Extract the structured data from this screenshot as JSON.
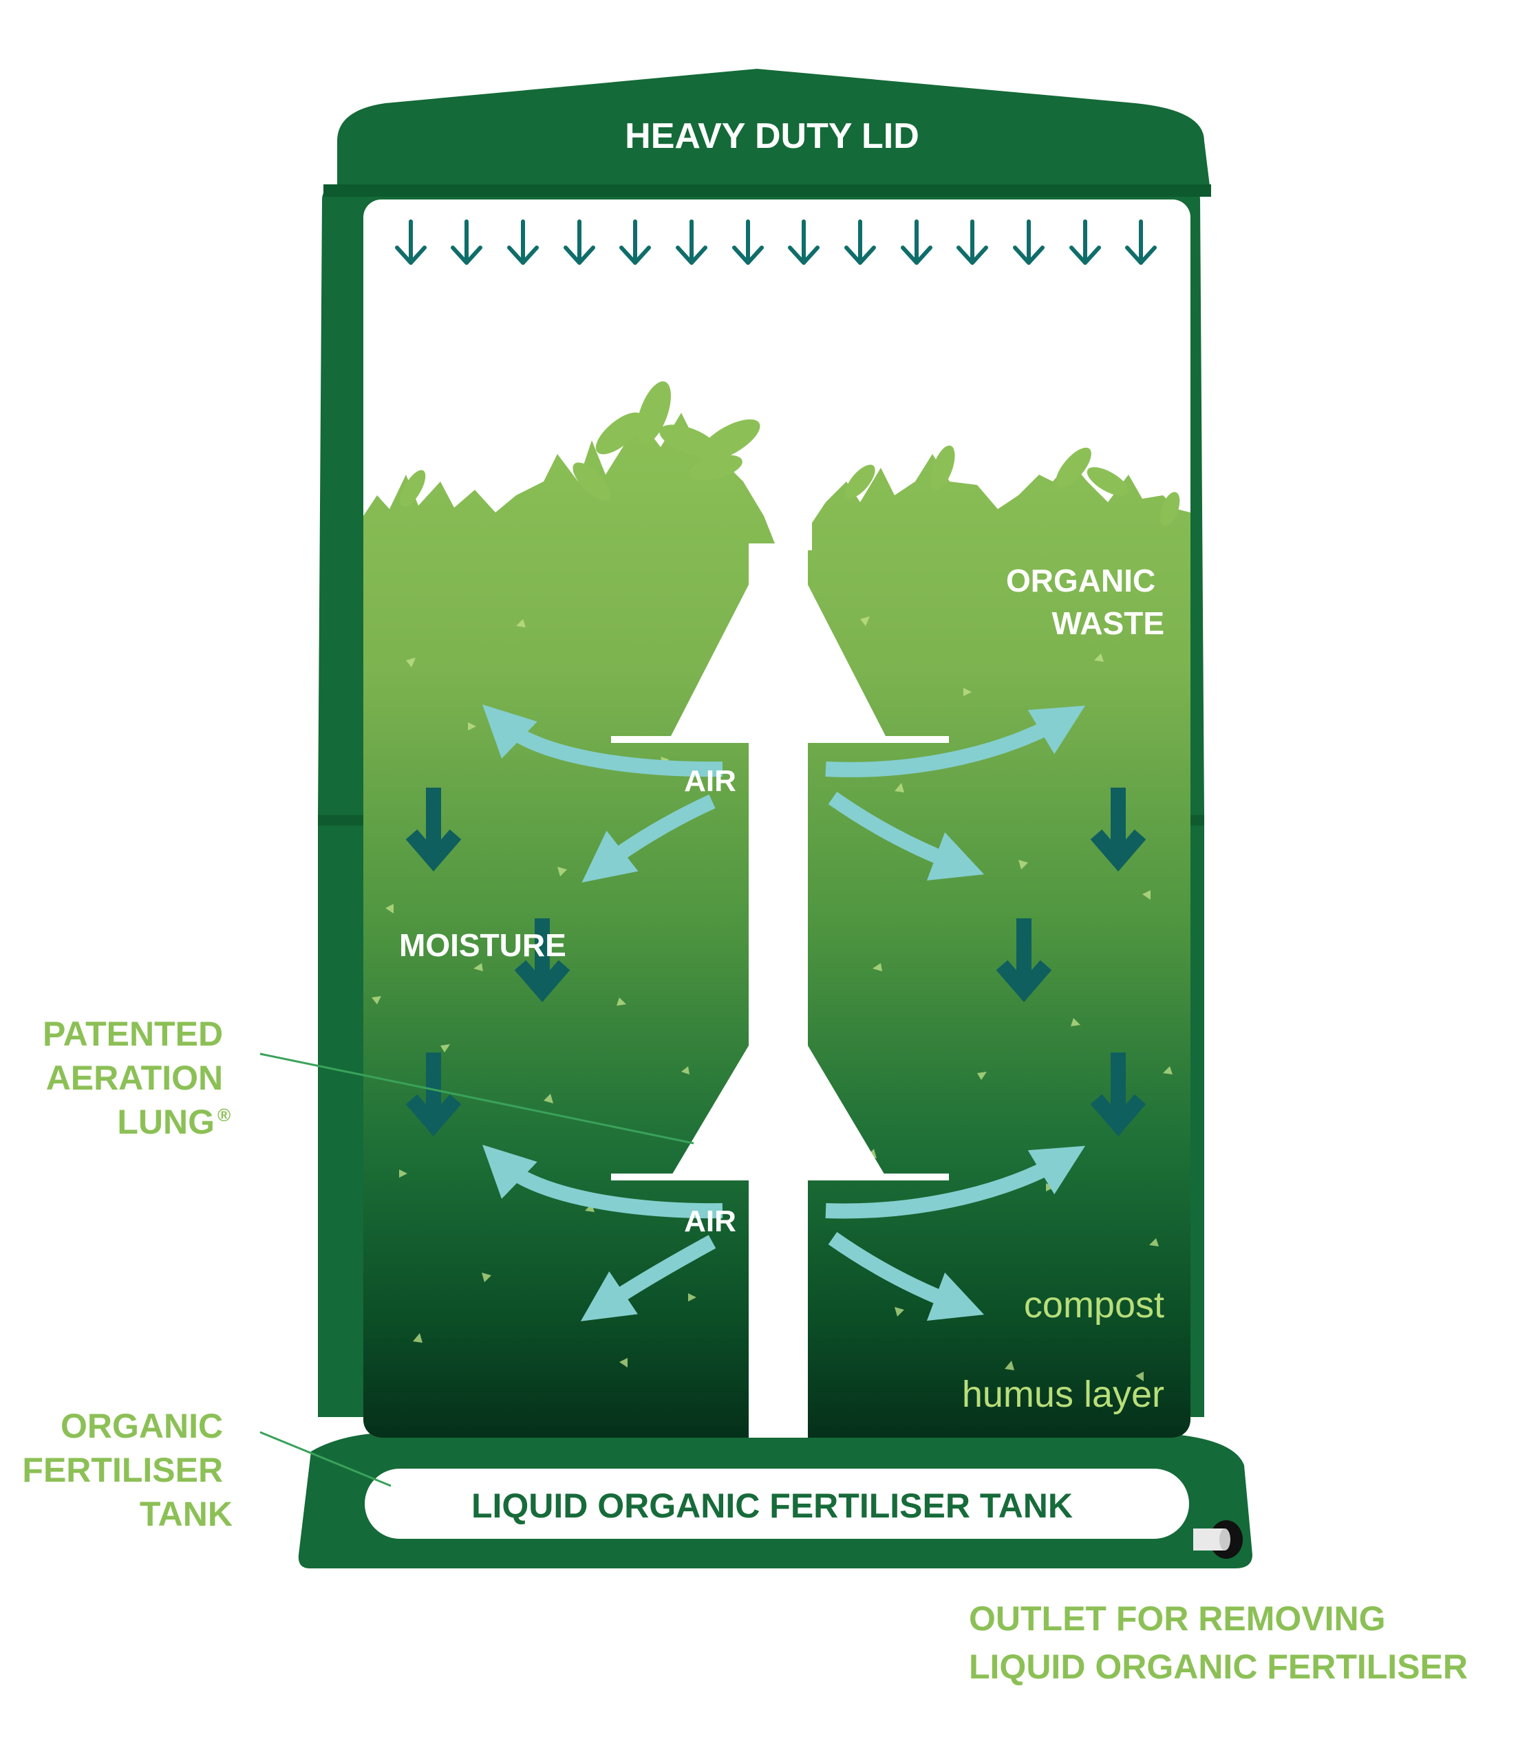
{
  "labels": {
    "lid": "HEAVY DUTY LID",
    "organic_waste": [
      "ORGANIC",
      "WASTE"
    ],
    "air_upper": "AIR",
    "air_lower": "AIR",
    "moisture": "MOISTURE",
    "aeration_lung": [
      "PATENTED",
      "AERATION",
      "LUNG"
    ],
    "registered_mark": "®",
    "compost": "compost",
    "humus_layer": "humus layer",
    "tank_inner": "LIQUID ORGANIC FERTILISER TANK",
    "fertiliser_tank": [
      "ORGANIC",
      "FERTILISER",
      "TANK"
    ],
    "outlet": [
      "OUTLET FOR REMOVING",
      "LIQUID ORGANIC FERTILISER"
    ]
  },
  "colors": {
    "bin_body": "#146a38",
    "fill_top": "#8cc056",
    "fill_mid": "#4f9540",
    "fill_bottom": "#06331a",
    "air_arrow": "#85cfd0",
    "moisture_arrow": "#0f5f5f",
    "callout_text": "#8cc056",
    "tank_text": "#176b3a"
  },
  "icons": {
    "top_arrows": "arrow-down-icon",
    "air_flow": "curved-arrow-icon",
    "moisture_flow": "arrow-down-icon",
    "plants": "leaf-icon",
    "outlet": "outlet-tap-icon"
  }
}
